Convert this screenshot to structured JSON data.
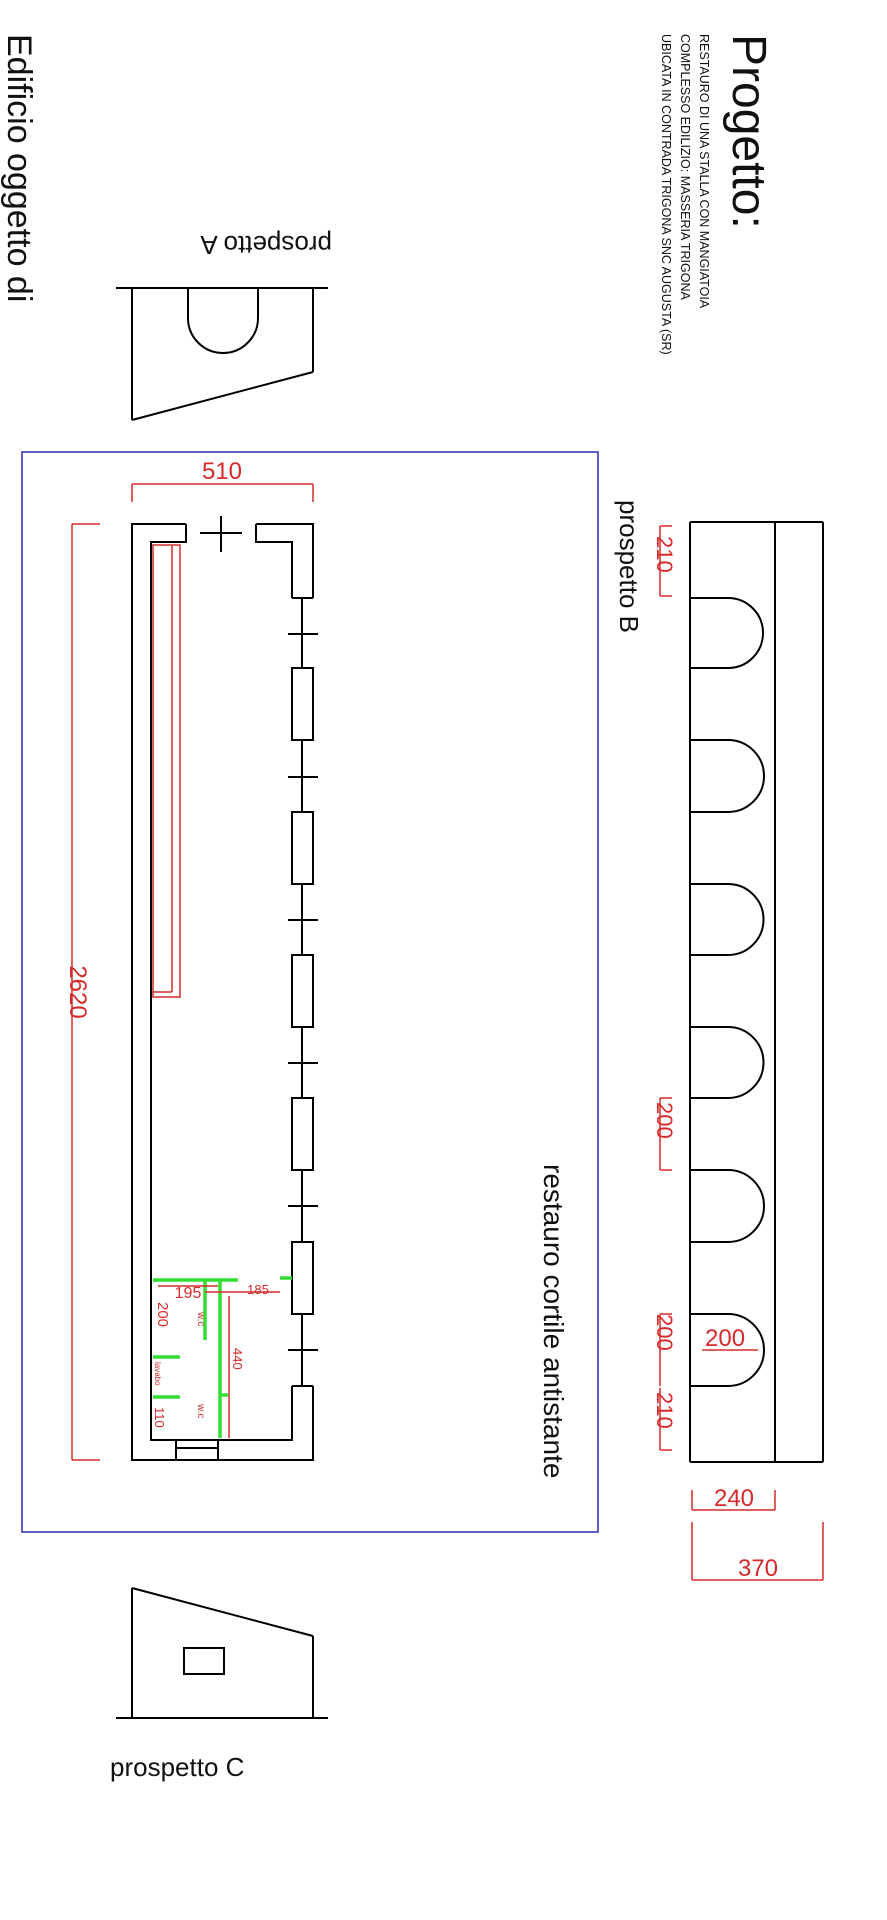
{
  "header": {
    "title": "Progetto:",
    "lines": [
      "RESTAURO DI UNA STALLA CON MANGIATOIA",
      "COMPLESSO EDILIZIO: MASSERIA TRIGONA",
      "UBICATA IN CONTRADA TRIGONA SNC AUGUSTA (SR)"
    ],
    "partial_title": "Edificio oggetto di"
  },
  "views": {
    "prospetto_a": "prospetto A",
    "prospetto_b": "prospetto B",
    "prospetto_c": "prospetto C",
    "courtyard": "restauro cortile antistante"
  },
  "dimensions": {
    "width_510": "510",
    "length_2620": "2620",
    "b_210_top": "210",
    "b_200_mid": "200",
    "b_200_arch": "200",
    "b_200_low": "200",
    "b_210_low": "210",
    "b_240": "240",
    "b_370": "370",
    "wc_195": "195",
    "wc_185": "185",
    "wc_200": "200",
    "wc_440": "440",
    "wc_110": "110"
  },
  "rooms": {
    "wc_1": "w.c",
    "wc_2": "w.c",
    "lavabo": "lavabo"
  },
  "colors": {
    "lines": "#000000",
    "dimensions": "#d62a2a",
    "bathroom_walls": "#33dd33",
    "courtyard_border": "#2b2bb5"
  }
}
